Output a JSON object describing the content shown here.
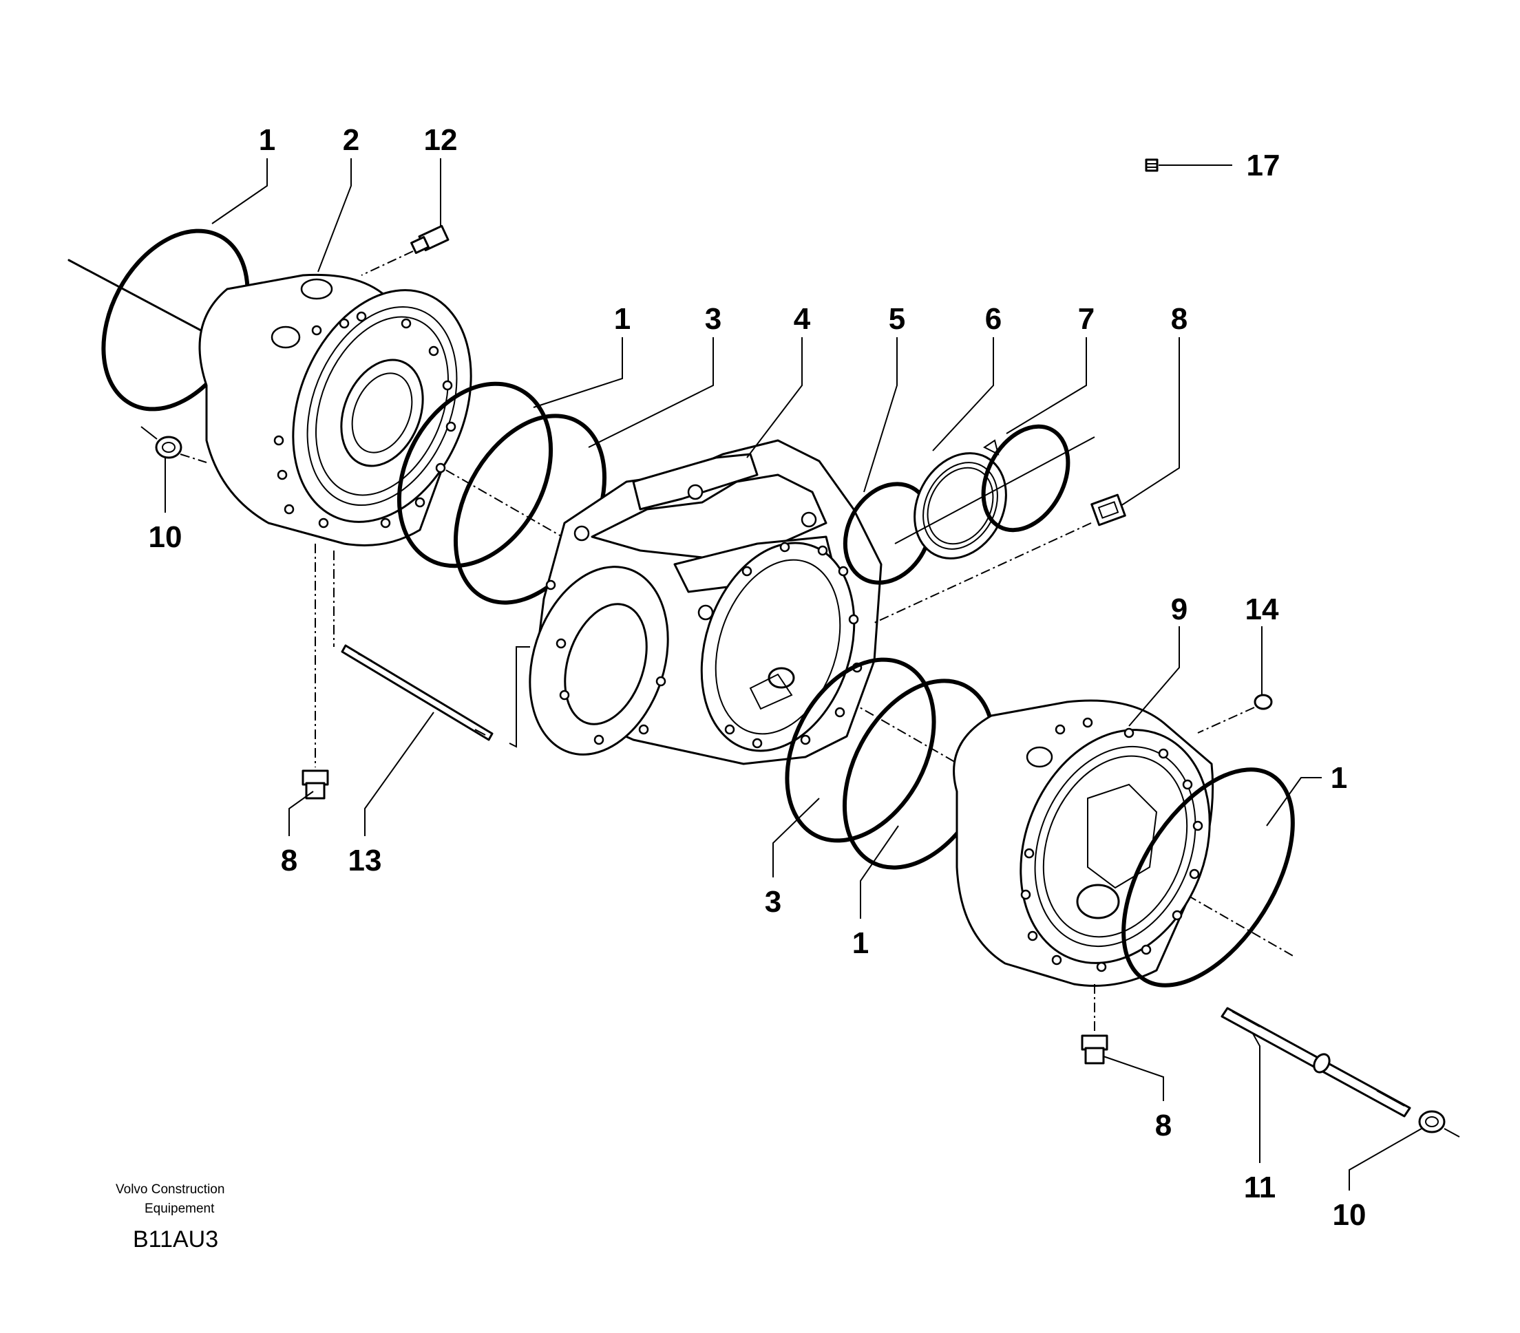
{
  "diagram": {
    "callouts": [
      "1",
      "2",
      "12",
      "17",
      "1",
      "3",
      "4",
      "5",
      "6",
      "7",
      "8",
      "10",
      "9",
      "14",
      "1",
      "8",
      "13",
      "3",
      "1",
      "8",
      "11",
      "10"
    ],
    "credit_line1": "Volvo Construction",
    "credit_line2": "Equipement",
    "figure_code": "B11AU3"
  }
}
